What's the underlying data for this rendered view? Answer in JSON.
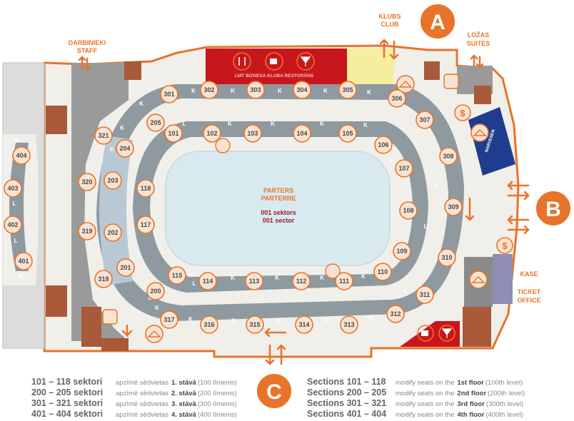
{
  "labels": {
    "staff_lv": "DARBINIEKI",
    "staff_en": "STAFF",
    "club_lv": "KLUBS",
    "club_en": "CLUB",
    "suites_lv": "LOŽAS",
    "suites_en": "SUITES",
    "restaurant": "LMT BIZNESA KLUBA RESTORĀNS",
    "narvesen": "NARVESEN",
    "ticket_lv": "KASE",
    "ticket_en1": "TICKET",
    "ticket_en2": "OFFICE",
    "parterre_lv": "PARTERS",
    "parterre_en": "PARTERRE",
    "sector_lv": "001 sektors",
    "sector_en": "001 sector"
  },
  "entrances": [
    "A",
    "B",
    "C"
  ],
  "seat_marker": "K",
  "seat_marker_l": "L",
  "dollar": "$",
  "sections": {
    "lower": [
      "101",
      "102",
      "103",
      "104",
      "105",
      "106",
      "107",
      "108",
      "109",
      "110",
      "111",
      "112",
      "113",
      "114",
      "115",
      "117",
      "118"
    ],
    "mid": [
      "200",
      "201",
      "202",
      "203",
      "204",
      "205"
    ],
    "upper": [
      "301",
      "302",
      "303",
      "304",
      "305",
      "306",
      "307",
      "308",
      "309",
      "310",
      "311",
      "312",
      "313",
      "314",
      "315",
      "316",
      "317",
      "318",
      "319",
      "320",
      "321"
    ],
    "top": [
      "401",
      "402",
      "403",
      "404"
    ]
  },
  "legend_lv": [
    {
      "range": "101  –  118  sektori",
      "desc": "apzīmē sēdvietas",
      "floor": "1. stāvā",
      "level": "(100 līmenis)"
    },
    {
      "range": "200  –  205  sektori",
      "desc": "apzīmē sēdvietas",
      "floor": "2. stāvā",
      "level": "(200 līmenis)"
    },
    {
      "range": "301  –  321  sektori",
      "desc": "apzīmē sēdvietas",
      "floor": "3. stāvā",
      "level": "(300 līmenis)"
    },
    {
      "range": "401  –  404  sektori",
      "desc": "apzīmē sēdvietas",
      "floor": "4. stāvā",
      "level": "(400 līmenis)"
    }
  ],
  "legend_en": [
    {
      "range": "Sections 101  –  118",
      "desc": "modify seats on the",
      "floor": "1st  floor",
      "level": "(100th level)"
    },
    {
      "range": "Sections 200  –  205",
      "desc": "modify seats on the",
      "floor": "2nd floor",
      "level": "(200th level)"
    },
    {
      "range": "Sections 301  –  321",
      "desc": "modify seats on the",
      "floor": "3rd  floor",
      "level": "(300th level)"
    },
    {
      "range": "Sections 401  –  404",
      "desc": "modify seats on the",
      "floor": "4th  floor",
      "level": "(400th level)"
    }
  ],
  "colors": {
    "accent": "#e8732a",
    "concourse": "#f1efea",
    "wall": "#9a9a9a",
    "dark_gray": "#7d7d7d",
    "seat_gray": "#8e9aa0",
    "seat_blue": "#b8c8d4",
    "ice": "#d8eaf0",
    "red": "#c8161d",
    "yellow": "#f5ee9e",
    "navy": "#1f3d8f",
    "brown": "#a85a3a",
    "lavender": "#8e8eb4"
  }
}
